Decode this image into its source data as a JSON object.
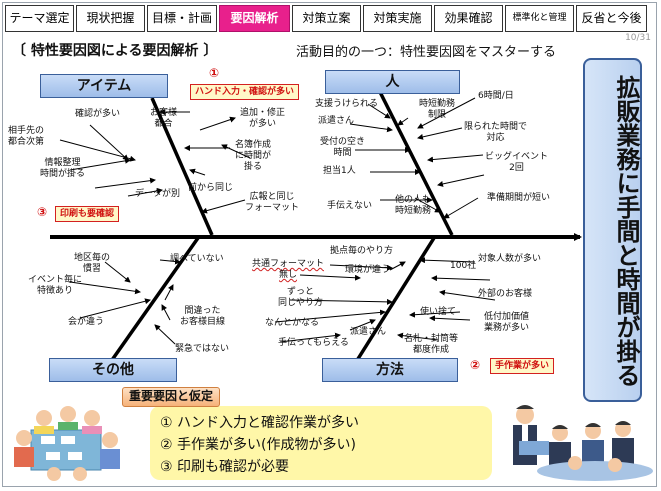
{
  "tabs": [
    {
      "label": "テーマ選定",
      "active": false
    },
    {
      "label": "現状把握",
      "active": false
    },
    {
      "label": "目標・計画",
      "active": false
    },
    {
      "label": "要因解析",
      "active": true
    },
    {
      "label": "対策立案",
      "active": false
    },
    {
      "label": "対策実施",
      "active": false
    },
    {
      "label": "効果確認",
      "active": false
    },
    {
      "label": "標準化と管理",
      "active": false
    },
    {
      "label": "反省と今後",
      "active": false
    }
  ],
  "page_number": "10/31",
  "title": "〔 特性要因図による要因解析 〕",
  "subtitle": "活動目的の一つ：特性要因図をマスターする",
  "effect": "拡販業務に手間と時間が掛る",
  "categories": {
    "item": "アイテム",
    "person": "人",
    "other": "その他",
    "method": "方法"
  },
  "callouts": {
    "c1_num": "①",
    "c1_text": "ハンド入力・確認が多い",
    "c2_num": "②",
    "c2_text": "手作業が多い",
    "c3_num": "③",
    "c3_text": "印刷も要確認"
  },
  "labels": {
    "item": [
      "確認が多い",
      "相手先の\n都合次第",
      "情報整理\n時間が掛る",
      "データが別",
      "お客様\n都合",
      "追加・修正\nが多い",
      "名簿作成\nに時間が\n掛る",
      "前から同じ",
      "広報と同じ\nフォーマット"
    ],
    "person": [
      "支援うけられる",
      "派遣さん",
      "受付の空き\n時間",
      "担当1人",
      "手伝えない",
      "他の人も\n時短勤務",
      "時短勤務\n制限",
      "6時間/日",
      "限られた時間で\n対応",
      "ビッグイベント\n2回",
      "準備期間が短い"
    ],
    "other": [
      "地区毎の\n慣習",
      "イベント毎に\n特徴あり",
      "会が違う",
      "調べていない",
      "間違った\nお客様目線",
      "緊急ではない"
    ],
    "method": [
      "拠点毎のやり方",
      "共通フォーマット\n無し",
      "環境が違う",
      "ずっと\n同じやり方",
      "なんとかなる",
      "手伝ってもらえる",
      "派遣さん",
      "100社",
      "対象人数が多い",
      "外部のお客様",
      "使い捨て",
      "低付加価値\n業務が多い",
      "名札・封筒等\n都度作成"
    ]
  },
  "key_factors": {
    "title": "重要要因と仮定",
    "items": [
      "① ハンド入力と確認作業が多い",
      "② 手作業が多い(作成物が多い)",
      "③ 印刷も確認が必要"
    ]
  }
}
